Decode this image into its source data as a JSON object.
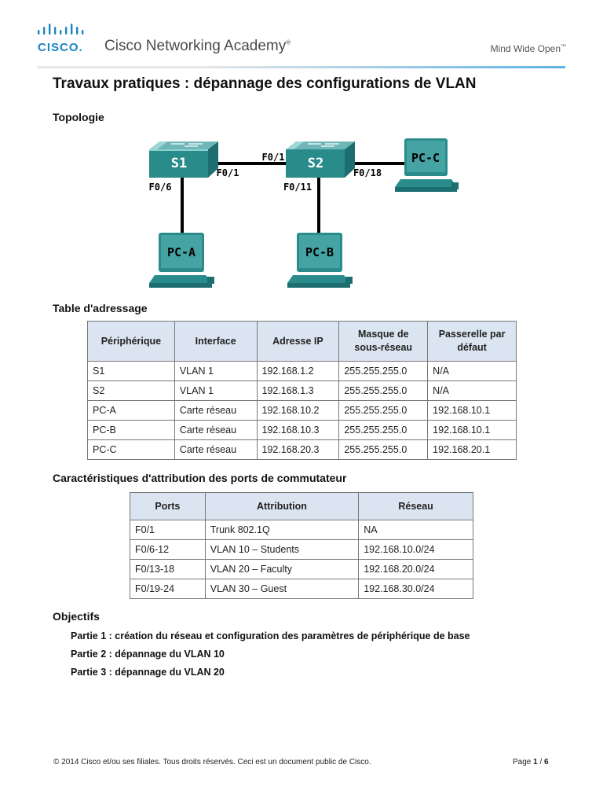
{
  "header": {
    "brand": "CISCO.",
    "academy": "Cisco Networking Academy",
    "registered": "®",
    "tagline": "Mind Wide Open",
    "trademark": "™"
  },
  "title": "Travaux pratiques : dépannage des configurations de VLAN",
  "sections": {
    "topology": "Topologie",
    "address_table": "Table d'adressage",
    "port_assignment": "Caractéristiques d'attribution des ports de commutateur",
    "objectives": "Objectifs"
  },
  "topology": {
    "devices": {
      "s1": "S1",
      "s2": "S2",
      "pca": "PC-A",
      "pcb": "PC-B",
      "pcc": "PC-C"
    },
    "ports": {
      "s1_s2_top": "F0/1",
      "s1_s2_left": "F0/1",
      "s1_pca": "F0/6",
      "s2_pcb": "F0/11",
      "s2_pcc": "F0/18"
    },
    "colors": {
      "switch": "#2a8b8b",
      "pc": "#2a8b8b",
      "link": "#000000"
    }
  },
  "address_table": {
    "headers": [
      "Périphérique",
      "Interface",
      "Adresse IP",
      "Masque de sous-réseau",
      "Passerelle par défaut"
    ],
    "rows": [
      [
        "S1",
        "VLAN 1",
        "192.168.1.2",
        "255.255.255.0",
        "N/A"
      ],
      [
        "S2",
        "VLAN 1",
        "192.168.1.3",
        "255.255.255.0",
        "N/A"
      ],
      [
        "PC-A",
        "Carte réseau",
        "192.168.10.2",
        "255.255.255.0",
        "192.168.10.1"
      ],
      [
        "PC-B",
        "Carte réseau",
        "192.168.10.3",
        "255.255.255.0",
        "192.168.10.1"
      ],
      [
        "PC-C",
        "Carte réseau",
        "192.168.20.3",
        "255.255.255.0",
        "192.168.20.1"
      ]
    ]
  },
  "ports_table": {
    "headers": [
      "Ports",
      "Attribution",
      "Réseau"
    ],
    "rows": [
      [
        "F0/1",
        "Trunk 802.1Q",
        "NA"
      ],
      [
        "F0/6-12",
        "VLAN 10 – Students",
        "192.168.10.0/24"
      ],
      [
        "F0/13-18",
        "VLAN 20 – Faculty",
        "192.168.20.0/24"
      ],
      [
        "F0/19-24",
        "VLAN 30 – Guest",
        "192.168.30.0/24"
      ]
    ]
  },
  "objectives": [
    "Partie 1 : création du réseau et configuration des paramètres de périphérique de base",
    "Partie 2 : dépannage du VLAN 10",
    "Partie 3 : dépannage du VLAN 20"
  ],
  "footer": {
    "copyright": "© 2014 Cisco et/ou ses filiales. Tous droits réservés. Ceci est un document public de Cisco.",
    "page_prefix": "Page ",
    "page_current": "1",
    "page_sep": " / ",
    "page_total": "6"
  },
  "colors": {
    "brand_blue": "#1b84c6",
    "table_header_bg": "#dbe5f1"
  }
}
